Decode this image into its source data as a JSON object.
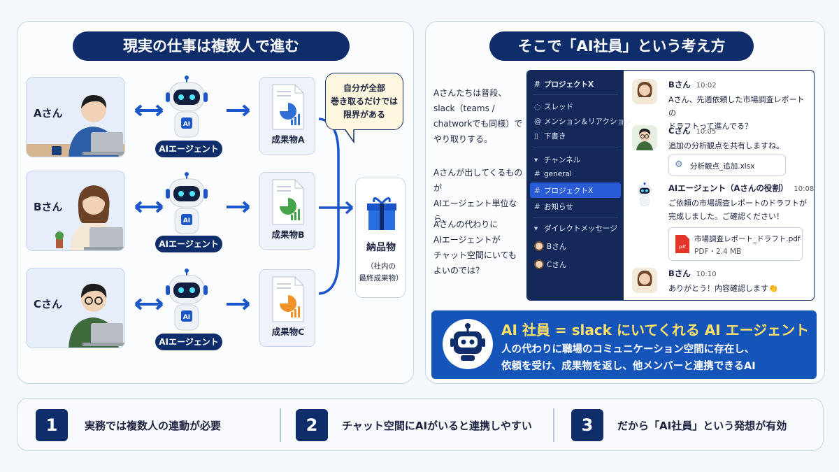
{
  "left": {
    "title": "現実の仕事は複数人で進む",
    "people": [
      "Aさん",
      "Bさん",
      "Cさん"
    ],
    "agent_label": "AIエージェント",
    "robot_badge": "AI",
    "outputs": [
      "成果物A",
      "成果物B",
      "成果物C"
    ],
    "speech_lines": [
      "自分が全部",
      "巻き取るだけでは",
      "限界がある"
    ],
    "delivery": {
      "name": "納品物",
      "note_lines": [
        "（社内の",
        "最終成果物）"
      ]
    }
  },
  "right": {
    "title": "そこで「AI社員」という考え方",
    "explain": [
      [
        "Aさんたちは普段、",
        "slack（teams /",
        "chatworkでも同様）で",
        "やり取りする。"
      ],
      [
        "Aさんが出してくるものが",
        "AIエージェント単位なら、"
      ],
      [
        "Aさんの代わりに",
        "AIエージェントが",
        "チャット空間にいても",
        "よいのでは？"
      ]
    ],
    "slack": {
      "workspace": "プロジェクトX",
      "menu": [
        "スレッド",
        "メンション＆リアクション",
        "下書き"
      ],
      "channels_header": "チャンネル",
      "channels": [
        "general",
        "プロジェクトX",
        "お知らせ"
      ],
      "dm_header": "ダイレクトメッセージ",
      "dms": [
        "Bさん",
        "Cさん"
      ],
      "messages": [
        {
          "name": "Bさん",
          "time": "10:02",
          "lines": [
            "Aさん、先週依頼した市場調査レポートの",
            "ドラフトって進んでる？"
          ]
        },
        {
          "name": "Cさん",
          "time": "10:05",
          "lines": [
            "追加の分析観点を共有しますね。"
          ],
          "attachment": "分析観点_追加.xlsx"
        },
        {
          "name": "AIエージェント（Aさんの役割）",
          "time": "10:08",
          "lines": [
            "ご依頼の市場調査レポートのドラフトが",
            "完成しました。ご確認ください！"
          ],
          "attachment": "市場調査レポート_ドラフト.pdf",
          "attachment_meta": "PDF・2.4 MB",
          "file_badge": "pdf"
        },
        {
          "name": "Bさん",
          "time": "10:10",
          "lines": [
            "ありがとう！内容確認します👏"
          ]
        }
      ]
    },
    "banner": {
      "title": "AI 社員 = slack にいてくれる AI エージェント",
      "line1": "人の代わりに職場のコミュニケーション空間に存在し、",
      "line2": "依頼を受け、成果物を返し、他メンバーと連携できるAI"
    }
  },
  "bottom": [
    {
      "num": "1",
      "text": "実務では複数人の連動が必要"
    },
    {
      "num": "2",
      "text": "チャット空間にAIがいると連携しやすい"
    },
    {
      "num": "3",
      "text": "だから「AI社員」という発想が有効"
    }
  ],
  "colors": {
    "navy": "#0f2d6b",
    "blue": "#1554b8",
    "accent": "#2a5bd7",
    "highlight": "#ffe066"
  },
  "icons": [
    "arrow-icon",
    "robot-icon",
    "document-chart-icon",
    "gift-box-icon",
    "thread-icon",
    "mention-icon",
    "draft-icon",
    "hash-icon",
    "excel-file-icon",
    "pdf-file-icon"
  ]
}
